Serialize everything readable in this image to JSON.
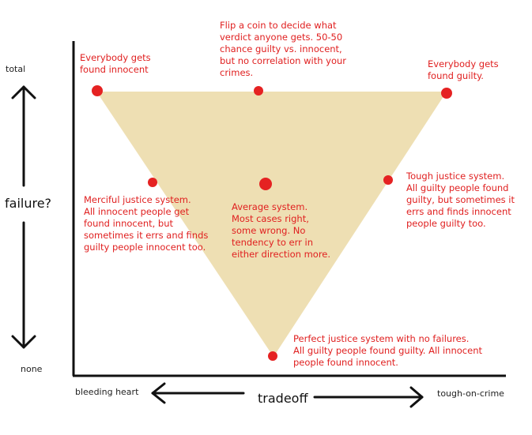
{
  "axes": {
    "y_top": "total",
    "y_bottom": "none",
    "y_title": "failure?",
    "x_left": "bleeding heart",
    "x_right": "tough-on-crime",
    "x_title": "tradeoff"
  },
  "colors": {
    "region_fill": "#eedfb3",
    "point": "#e52222",
    "annotation_text": "#e02020",
    "axis_line": "#111111"
  },
  "points": [
    {
      "id": "everybody-innocent",
      "label": "Everybody gets\nfound innocent"
    },
    {
      "id": "coin-flip",
      "label": "Flip a coin to decide what\nverdict anyone gets. 50-50\nchance guilty vs. innocent,\nbut no correlation with your\ncrimes."
    },
    {
      "id": "everybody-guilty",
      "label": "Everybody gets\nfound guilty."
    },
    {
      "id": "merciful",
      "label": "Merciful justice system.\nAll innocent people get\nfound innocent, but\nsometimes it errs and finds\nguilty people innocent too."
    },
    {
      "id": "average",
      "label": "Average system.\nMost cases right,\nsome wrong. No\ntendency to err in\neither direction more."
    },
    {
      "id": "tough",
      "label": "Tough justice system.\nAll guilty people found\nguilty, but sometimes it\nerrs and finds innocent\npeople guilty too."
    },
    {
      "id": "perfect",
      "label": "Perfect justice system with no failures.\nAll guilty people found guilty. All innocent\npeople found innocent."
    }
  ]
}
